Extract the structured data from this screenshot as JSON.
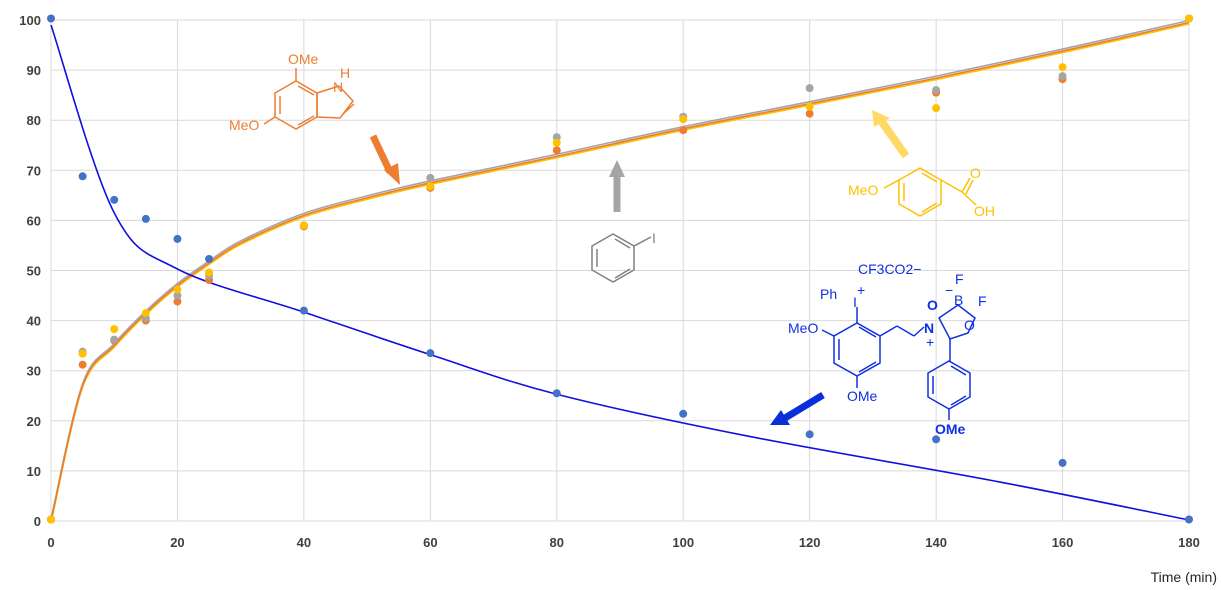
{
  "chart_data": {
    "type": "scatter",
    "xlabel": "Time (min)",
    "ylabel": "",
    "xlim": [
      0,
      180
    ],
    "ylim": [
      0,
      100
    ],
    "x_ticks": [
      "0",
      "20",
      "40",
      "60",
      "80",
      "100",
      "120",
      "140",
      "160",
      "180"
    ],
    "y_ticks": [
      "0",
      "10",
      "20",
      "30",
      "40",
      "50",
      "60",
      "70",
      "80",
      "90",
      "100"
    ],
    "grid": true,
    "series": [
      {
        "color": "#4472C4",
        "x": [
          0,
          5,
          10,
          15,
          20,
          25,
          40,
          60,
          80,
          100,
          120,
          140,
          160,
          180
        ],
        "y": [
          100.3,
          68.8,
          64.1,
          60.3,
          56.3,
          52.3,
          42.0,
          33.5,
          25.5,
          21.4,
          17.3,
          16.3,
          11.6,
          0.3
        ],
        "fit": {
          "color": "#1010E0",
          "y": [
            99,
            61.5,
            50.3,
            41.7,
            33.2,
            25.3,
            17.0,
            7.8,
            0.2
          ],
          "x": [
            0,
            10,
            20,
            40,
            60,
            80,
            110,
            150,
            180
          ]
        }
      },
      {
        "color": "#ED7D31",
        "x": [
          0,
          5,
          10,
          15,
          20,
          25,
          40,
          60,
          80,
          100,
          120,
          140,
          160,
          180
        ],
        "y": [
          0.3,
          31.2,
          36.0,
          40.0,
          43.8,
          48.1,
          58.8,
          66.5,
          74.0,
          78.0,
          81.3,
          85.5,
          88.2,
          100.3
        ]
      },
      {
        "color": "#A5A5A5",
        "x": [
          0,
          5,
          10,
          15,
          20,
          25,
          40,
          60,
          80,
          100,
          120,
          140,
          160,
          180
        ],
        "y": [
          0.3,
          33.8,
          36.2,
          40.5,
          45.0,
          49.0,
          59.0,
          68.5,
          76.6,
          80.7,
          86.4,
          86.0,
          88.8,
          100.3
        ]
      },
      {
        "color": "#FFC000",
        "x": [
          0,
          5,
          10,
          15,
          20,
          25,
          40,
          60,
          80,
          100,
          120,
          140,
          160,
          180
        ],
        "y": [
          0.3,
          33.4,
          38.3,
          41.5,
          46.2,
          49.6,
          59.0,
          66.8,
          75.5,
          80.2,
          82.7,
          82.4,
          90.6,
          100.3
        ]
      }
    ],
    "fit_rising": {
      "x": [
        0,
        5,
        10,
        15,
        20,
        25,
        30,
        40,
        50,
        60,
        80,
        100,
        120,
        140,
        160,
        180
      ],
      "y": [
        0,
        27,
        35,
        41.5,
        47,
        51.5,
        55.5,
        61,
        64.5,
        67.5,
        72.8,
        78.3,
        83.3,
        88.4,
        93.8,
        99.5
      ]
    },
    "annotations": {
      "indole_top": "OMe",
      "indole_h": "H",
      "indole_n": "N",
      "indole_left": "MeO",
      "anisic_meo": "MeO",
      "anisic_o": "O",
      "anisic_oh": "OH",
      "iodobenzene_i": "I",
      "reagent_anion": "CF3CO2−",
      "reagent_ph": "Ph",
      "reagent_plus1": "+",
      "reagent_i": "I",
      "reagent_meo": "MeO",
      "reagent_ome_bottom": "OMe",
      "reagent_n": "N",
      "reagent_plus2": "+",
      "reagent_b": "B",
      "reagent_minus": "−",
      "reagent_f1": "F",
      "reagent_f2": "F",
      "reagent_o1": "O",
      "reagent_o2": "O",
      "reagent_ome_aryl": "OMe"
    }
  }
}
